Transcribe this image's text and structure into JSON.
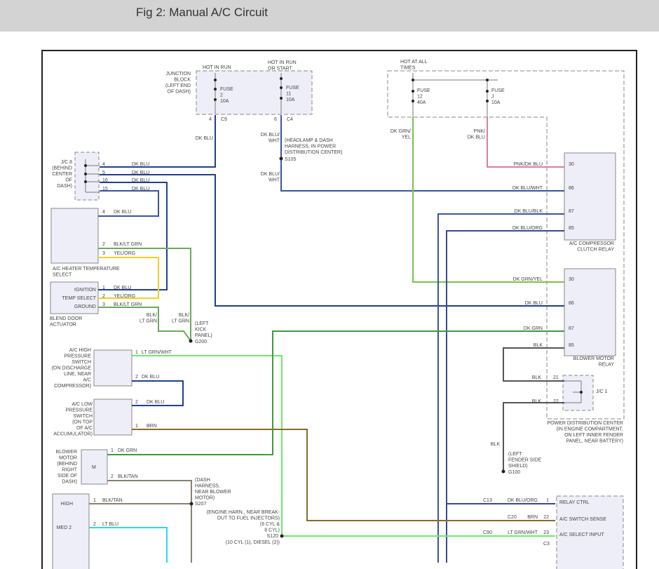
{
  "header": {
    "title": "Fig 2: Manual A/C Circuit"
  },
  "colors": {
    "dk_blu": "#1f3f8f",
    "dk_blu_wht": "#3a55a0",
    "dk_blu_org": "#3a4a90",
    "dk_grn": "#3f9a3f",
    "dk_grn_yel": "#7cc04a",
    "lt_grn_wht": "#6ee86e",
    "pnk_dk_blu": "#e07aa0",
    "yel_org": "#f5d020",
    "blk_lt_grn": "#6aaa5a",
    "brn": "#8a6a2a",
    "blk": "#555555",
    "blk_tan": "#8a8070",
    "lt_blu": "#30d8e8",
    "component_fill": "#eeeef8"
  },
  "junction_block": {
    "label": [
      "JUNCTION",
      "BLOCK",
      "(LEFT END",
      "OF DASH)"
    ],
    "hot_in_run": "HOT IN RUN",
    "hot_in_run_or_start": [
      "HOT IN RUN",
      "OR START"
    ],
    "fuse2": [
      "FUSE",
      "2",
      "10A"
    ],
    "fuse11": [
      "FUSE",
      "11",
      "10A"
    ],
    "pin_c9": "4",
    "conn_c9": "C9",
    "pin_c4": "6",
    "conn_c4": "C4"
  },
  "pdc_fuses": {
    "hot_at_all_times": [
      "HOT AT ALL",
      "TIMES"
    ],
    "fuse12": [
      "FUSE",
      "12",
      "40A"
    ],
    "fuseJ": [
      "FUSE",
      "J",
      "10A"
    ],
    "wire_left": [
      "DK GRN/",
      "YEL"
    ],
    "wire_right": [
      "PNK/",
      "DK BLU"
    ]
  },
  "wires_top": {
    "dk_blu": "DK BLU",
    "dk_blu_wht_1": [
      "DK BLU/",
      "WHT"
    ],
    "harness_note": [
      "(HEADLAMP & DASH",
      "HARNESS, IN POWER",
      "DISTRIBUTION CENTER)"
    ],
    "splice_s105": "S105",
    "dk_blu_wht_2": [
      "DK BLU/",
      "WHT"
    ]
  },
  "jc8": {
    "label": [
      "J/C 8",
      "(BEHIND",
      "CENTER",
      "OF",
      "DASH)"
    ],
    "pins": [
      {
        "pin": "4",
        "wire": "DK BLU"
      },
      {
        "pin": "5",
        "wire": "DK BLU"
      },
      {
        "pin": "16",
        "wire": "DK BLU"
      },
      {
        "pin": "15",
        "wire": "DK BLU"
      }
    ]
  },
  "heater_temp_select": {
    "label": [
      "A/C HEATER TEMPERATURE",
      "SELECT"
    ],
    "pins": [
      {
        "pin": "4",
        "wire": "DK BLU"
      },
      {
        "pin": "2",
        "wire": "BLK/LT GRN"
      },
      {
        "pin": "3",
        "wire": "YEL/ORG"
      }
    ]
  },
  "blend_door": {
    "label": [
      "BLEND DOOR",
      "ACTUATOR"
    ],
    "terminals": [
      "IGNITION",
      "TEMP SELECT",
      "GROUND"
    ],
    "pins": [
      {
        "pin": "1",
        "wire": "DK BLU"
      },
      {
        "pin": "2",
        "wire": "YEL/ORG"
      },
      {
        "pin": "3",
        "wire": "BLK/LT GRN"
      }
    ]
  },
  "ground_g200": {
    "wire_a": [
      "BLK/",
      "LT GRN"
    ],
    "wire_b": [
      "BLK/",
      "LT GRN"
    ],
    "location": [
      "(LEFT",
      "KICK",
      "PANEL)"
    ],
    "id": "G200"
  },
  "high_pressure_switch": {
    "label": [
      "A/C HIGH",
      "PRESSURE",
      "SWITCH",
      "(ON DISCHARGE",
      "LINE, NEAR",
      "A/C",
      "COMPRESSOR)"
    ],
    "pins": [
      {
        "pin": "1",
        "wire": "LT GRN/WHT"
      },
      {
        "pin": "2",
        "wire": "DK BLU"
      }
    ]
  },
  "low_pressure_switch": {
    "label": [
      "A/C LOW",
      "PRESSURE",
      "SWITCH",
      "(ON TOP",
      "OF A/C",
      "ACCUMULATOR)"
    ],
    "pins": [
      {
        "pin": "2",
        "wire": "DK BLU"
      },
      {
        "pin": "1",
        "wire": "BRN"
      }
    ]
  },
  "blower_motor": {
    "label": [
      "BLOWER",
      "MOTOR",
      "(BEHIND",
      "RIGHT",
      "SIDE OF",
      "DASH)"
    ],
    "symbol": "M",
    "pins": [
      {
        "pin": "1",
        "wire": "DK GRN"
      },
      {
        "pin": "2",
        "wire": "BLK/TAN"
      }
    ]
  },
  "splice_s207": {
    "note": [
      "(DASH",
      "HARNESS,",
      "NEAR BLOWER",
      "MOTOR)"
    ],
    "id": "S207"
  },
  "blower_switch": {
    "terminals": [
      "HIGH",
      "MED 2"
    ],
    "pins": [
      {
        "pin": "1",
        "wire": "BLK/TAN"
      },
      {
        "pin": "2",
        "wire": "LT BLU"
      }
    ]
  },
  "splice_s120": {
    "note": [
      "(ENGINE HARN., NEAR BREAK-",
      "OUT TO FUEL INJECTORS)",
      "(6 CYL &",
      "8 CYL)"
    ],
    "id": "S120",
    "note2": "(10 CYL (1), DIESEL (2))"
  },
  "compressor_relay": {
    "label": [
      "A/C COMPRESSOR",
      "CLUTCH RELAY"
    ],
    "pins": [
      {
        "pin": "30",
        "wire": "PNK/DK BLU"
      },
      {
        "pin": "86",
        "wire": "DK BLU/WHT"
      },
      {
        "pin": "87",
        "wire": "DK BLU/BLK"
      },
      {
        "pin": "85",
        "wire": "DK BLU/ORG"
      }
    ]
  },
  "blower_relay": {
    "label": [
      "BLOWER MOTOR",
      "RELAY"
    ],
    "pins": [
      {
        "pin": "30",
        "wire": "DK GRN/YEL"
      },
      {
        "pin": "86",
        "wire": "DK BLU"
      },
      {
        "pin": "87",
        "wire": "DK GRN"
      },
      {
        "pin": "85",
        "wire": "BLK"
      }
    ]
  },
  "jc1": {
    "label": "J/C 1",
    "pins": [
      {
        "pin": "21",
        "wire": "BLK"
      },
      {
        "pin": "22",
        "wire": "BLK"
      }
    ]
  },
  "pdc": {
    "label": [
      "POWER DISTRIBUTION CENTER",
      "(IN ENGINE COMPARTMENT,",
      "ON LEFT INNER FENDER",
      "PANEL, NEAR BATTERY)"
    ]
  },
  "ground_g100": {
    "wire": "BLK",
    "location": [
      "(LEFT",
      "FENDER SIDE",
      "SHIELD)"
    ],
    "id": "G100"
  },
  "pcm": {
    "rows": [
      {
        "conn": "C13",
        "wire": "DK BLU/ORG",
        "pin": "1",
        "function": "RELAY CTRL"
      },
      {
        "conn": "C20",
        "wire": "BRN",
        "pin": "22",
        "function": "A/C SWITCH SENSE"
      },
      {
        "conn": "C90",
        "wire": "LT GRN/WHT",
        "pin": "23",
        "function": "A/C SELECT INPUT"
      }
    ],
    "conn_c3": "C3"
  }
}
